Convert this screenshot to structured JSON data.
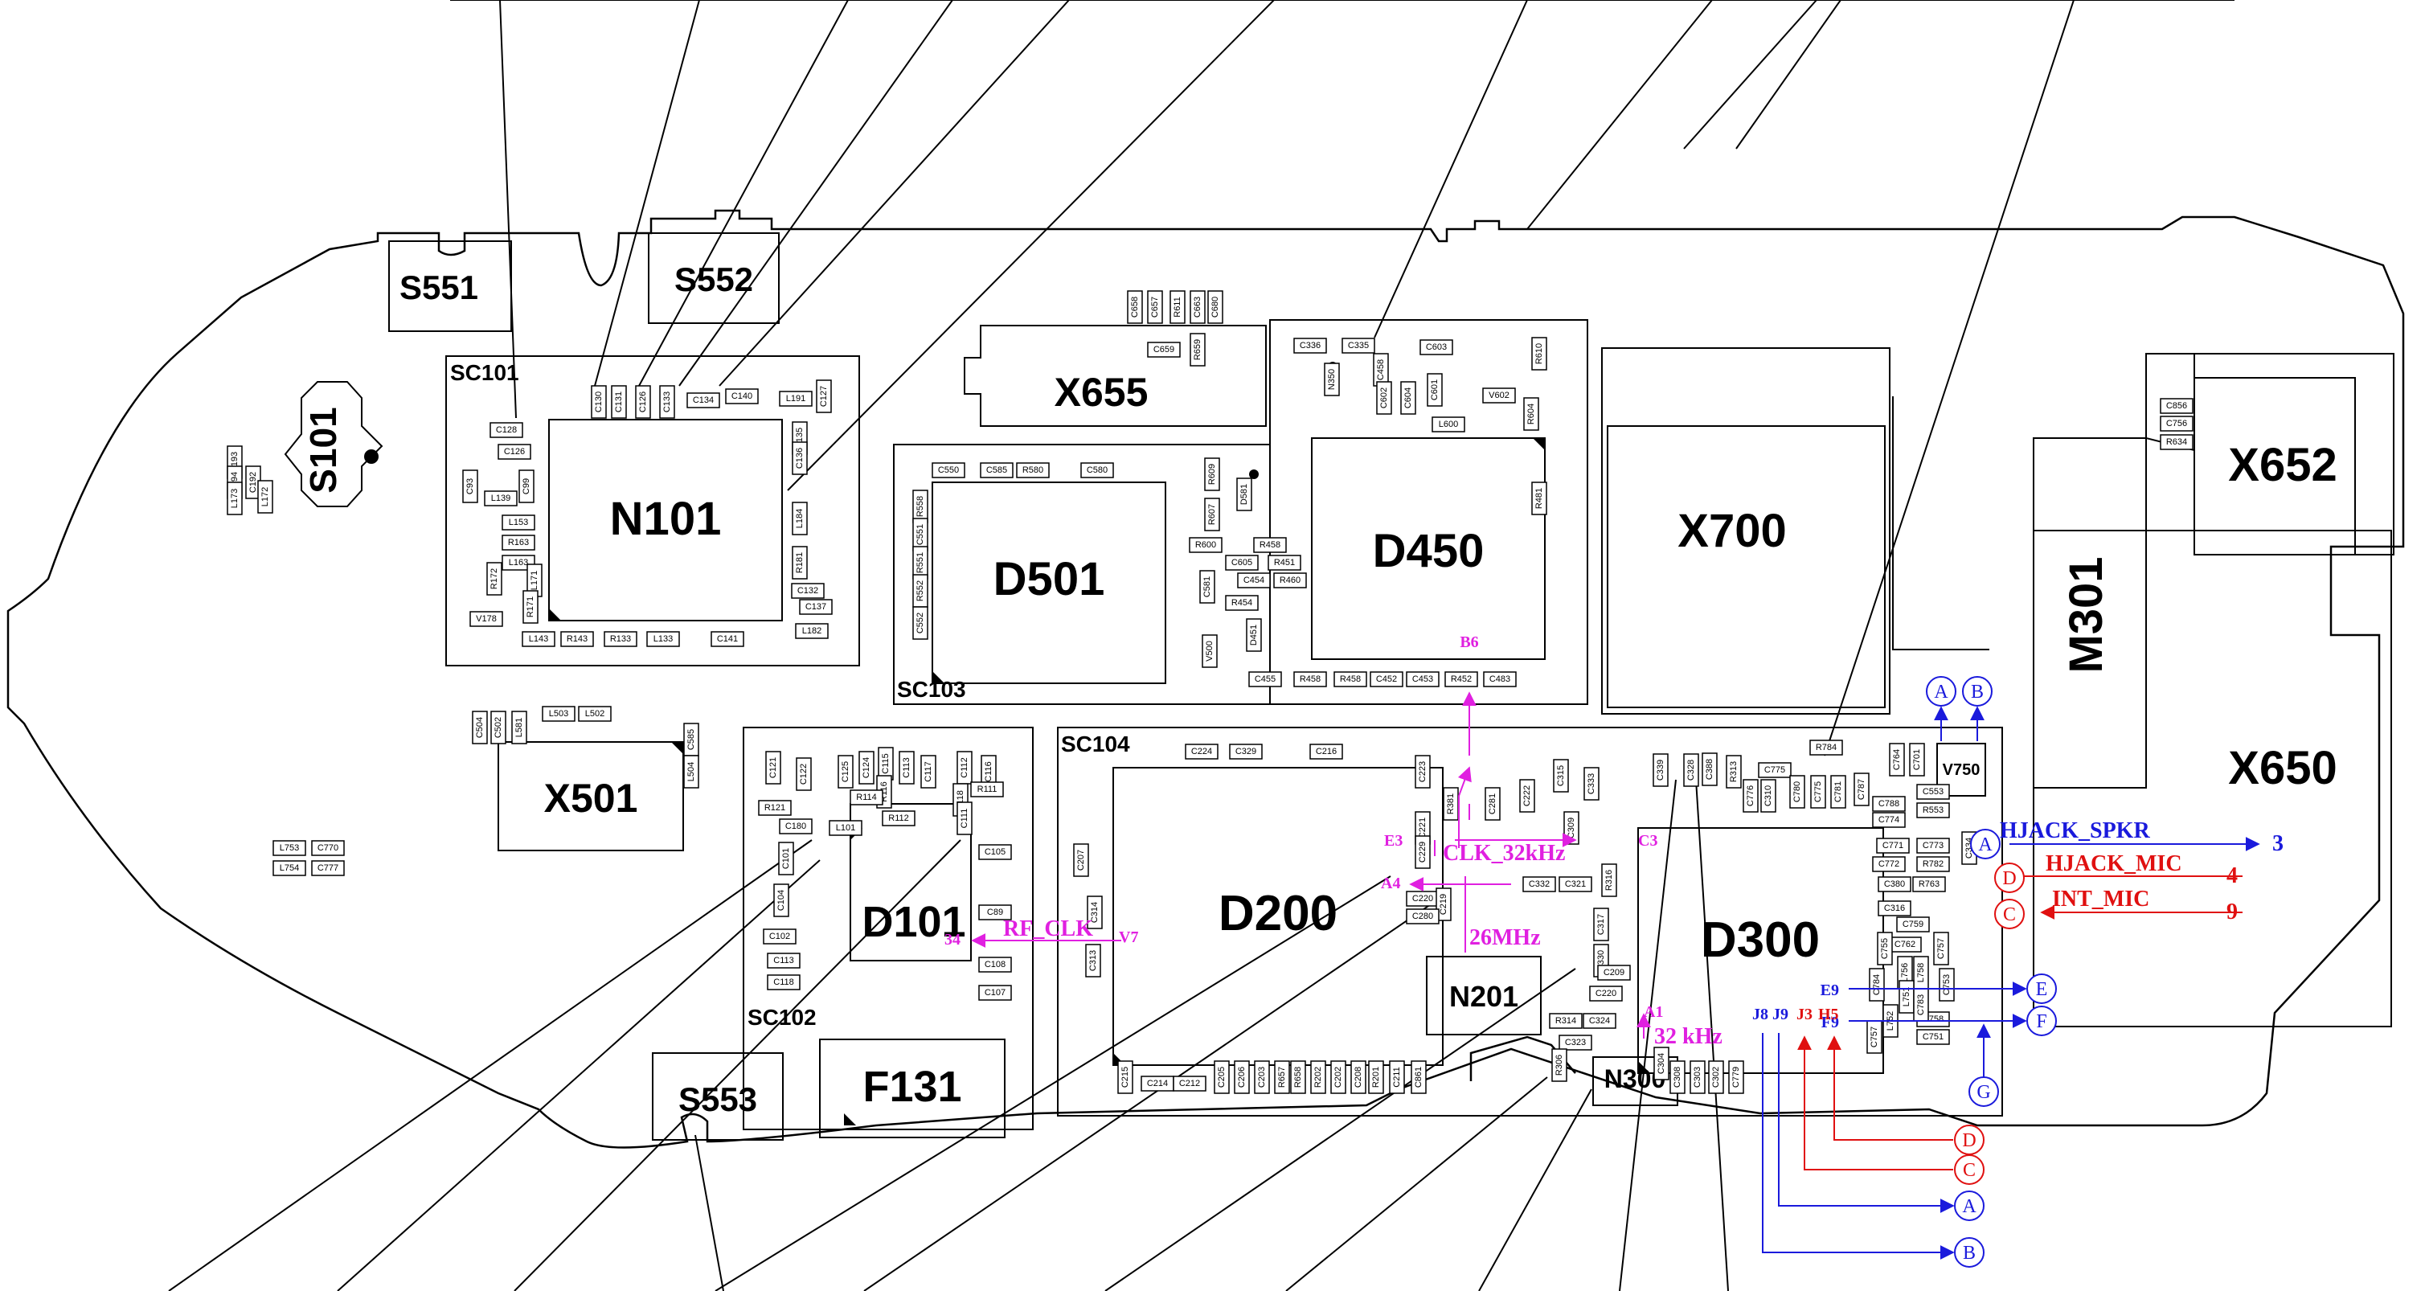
{
  "colors": {
    "outline": "#000000",
    "blue": "#1a1adc",
    "red": "#e01010",
    "magenta": "#e020e0",
    "background": "#ffffff"
  },
  "sections": {
    "sc101": "SC101",
    "sc102": "SC102",
    "sc103": "SC103",
    "sc104": "SC104"
  },
  "parts": {
    "s551": "S551",
    "s552": "S552",
    "s553": "S553",
    "s101": "S101",
    "n101": "N101",
    "x655": "X655",
    "d501": "D501",
    "d450": "D450",
    "x700": "X700",
    "x652": "X652",
    "x650": "X650",
    "m301": "M301",
    "x501": "X501",
    "d101": "D101",
    "f131": "F131",
    "d200": "D200",
    "d300": "D300",
    "n201": "N201",
    "n300": "N300",
    "v750": "V750"
  },
  "small_parts": [
    "C128",
    "C130",
    "C131",
    "C126",
    "C133",
    "C134",
    "C140",
    "L191",
    "C127",
    "C126",
    "C93",
    "L139",
    "C99",
    "L153",
    "R163",
    "L163",
    "R172",
    "L171",
    "R171",
    "V178",
    "L143",
    "R143",
    "R133",
    "L133",
    "C141",
    "C135",
    "C136",
    "L184",
    "R181",
    "C132",
    "C137",
    "L182",
    "R193",
    "R194",
    "C192",
    "L173",
    "L172",
    "C658",
    "C657",
    "R611",
    "C663",
    "C680",
    "C659",
    "R659",
    "C336",
    "C335",
    "C603",
    "R610",
    "N350",
    "C458",
    "C602",
    "C604",
    "C601",
    "V602",
    "R604",
    "L600",
    "R481",
    "C550",
    "C585",
    "R580",
    "C580",
    "R609",
    "D581",
    "R607",
    "R600",
    "R458",
    "C605",
    "R451",
    "C454",
    "R460",
    "C581",
    "R454",
    "V500",
    "D451",
    "C455",
    "R458",
    "R458",
    "C452",
    "C453",
    "R452",
    "C483",
    "R558",
    "C551",
    "R551",
    "R552",
    "C552",
    "C504",
    "C502",
    "L581",
    "L503",
    "L502",
    "C585",
    "L504",
    "L753",
    "C770",
    "L754",
    "C777",
    "C121",
    "C122",
    "C125",
    "C124",
    "C115",
    "C113",
    "R116",
    "R114",
    "C117",
    "C112",
    "L118",
    "C116",
    "R111",
    "R121",
    "C180",
    "L101",
    "R112",
    "C111",
    "C105",
    "C101",
    "C104",
    "C89",
    "C102",
    "C108",
    "C113",
    "C107",
    "C118",
    "C224",
    "C329",
    "C216",
    "C223",
    "C221",
    "C229",
    "C220",
    "C219",
    "C280",
    "R381",
    "C281",
    "C222",
    "C207",
    "C314",
    "C313",
    "C315",
    "C333",
    "C339",
    "C328",
    "C388",
    "R313",
    "C309",
    "C332",
    "C321",
    "R316",
    "C317",
    "C330",
    "C209",
    "C220",
    "R314",
    "C324",
    "C323",
    "R306",
    "C304",
    "C308",
    "C303",
    "C302",
    "C779",
    "R784",
    "C775",
    "C776",
    "C310",
    "C780",
    "C775",
    "C781",
    "C787",
    "C788",
    "C774",
    "C771",
    "C773",
    "C772",
    "R782",
    "R763",
    "C334",
    "C380",
    "C316",
    "C759",
    "C762",
    "C757",
    "C753",
    "C755",
    "L756",
    "L758",
    "C758",
    "C751",
    "L752",
    "L751",
    "C784",
    "C757",
    "C783",
    "C764",
    "C701",
    "C553",
    "R553",
    "C215",
    "C214",
    "C212",
    "C205",
    "C206",
    "C203",
    "R202",
    "C202",
    "C208",
    "R201",
    "C211",
    "C861",
    "R658",
    "R657",
    "C856",
    "C756",
    "R634"
  ],
  "pin_markers": {
    "a_top": "A",
    "b_top": "B",
    "a_right": "A",
    "d_right": "D",
    "c_right": "C",
    "e_right": "E",
    "f_right": "F",
    "g_bottom": "G",
    "d_low": "D",
    "c_low": "C",
    "a_low": "A",
    "b_low": "B"
  },
  "signals": {
    "hjack_spkr": "HJACK_SPKR",
    "hjack_spkr_pin": "3",
    "hjack_mic": "HJACK_MIC",
    "hjack_mic_pin": "4",
    "int_mic": "INT_MIC",
    "int_mic_pin": "9",
    "clk_32khz": "CLK_32kHz",
    "rf_clk": "RF_CLK",
    "mhz26": "26MHz",
    "khz32": "32 kHz",
    "b6": "B6",
    "e3": "E3",
    "a4": "A4",
    "c3": "C3",
    "a1": "A1",
    "v7": "V7",
    "pin34": "34",
    "e9": "E9",
    "f9": "F9",
    "j8": "J8",
    "j9": "J9",
    "j3": "J3",
    "h5": "H5"
  }
}
